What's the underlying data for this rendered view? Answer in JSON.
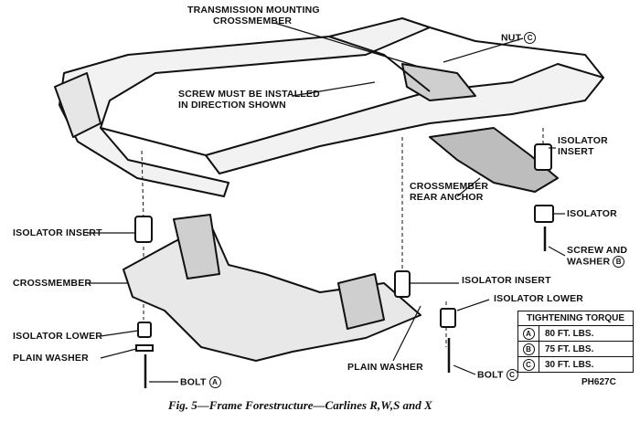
{
  "labels": {
    "trans_mount": "TRANSMISSION MOUNTING",
    "trans_mount_2": "CROSSMEMBER",
    "nut": "NUT",
    "nut_key": "C",
    "screw_dir": "SCREW MUST BE INSTALLED",
    "screw_dir_2": "IN DIRECTION SHOWN",
    "iso_insert_r": "ISOLATOR",
    "iso_insert_r_2": "INSERT",
    "cm_rear": "CROSSMEMBER",
    "cm_rear_2": "REAR ANCHOR",
    "isolator": "ISOLATOR",
    "screw_washer": "SCREW AND",
    "screw_washer_2": "WASHER",
    "screw_key": "B",
    "iso_insert_l": "ISOLATOR INSERT",
    "crossmember": "CROSSMEMBER",
    "iso_insert_c": "ISOLATOR INSERT",
    "iso_lower_r": "ISOLATOR LOWER",
    "iso_lower_l": "ISOLATOR LOWER",
    "plain_washer_l": "PLAIN WASHER",
    "plain_washer_c": "PLAIN WASHER",
    "bolt_l": "BOLT",
    "bolt_l_key": "A",
    "bolt_r": "BOLT",
    "bolt_r_key": "C"
  },
  "torque": {
    "title": "TIGHTENING TORQUE",
    "rows": [
      {
        "key": "A",
        "value": "80 FT. LBS."
      },
      {
        "key": "B",
        "value": "75 FT. LBS."
      },
      {
        "key": "C",
        "value": "30 FT. LBS."
      }
    ]
  },
  "figure_code": "PH627C",
  "caption": "Fig. 5—Frame Forestructure—Carlines R,W,S and X"
}
